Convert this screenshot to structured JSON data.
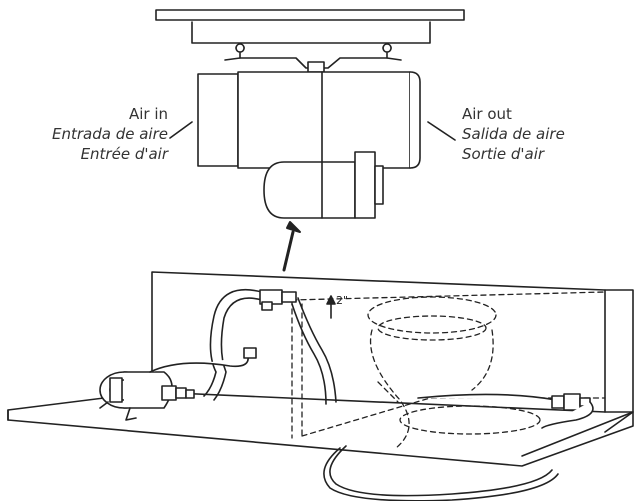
{
  "labels": {
    "air_in": {
      "en": "Air in",
      "es": "Entrada de aire",
      "fr": "Entrée d'air"
    },
    "air_out": {
      "en": "Air out",
      "es": "Salida de aire",
      "fr": "Sortie d'air"
    },
    "clearance": "2\""
  },
  "colors": {
    "line": "#222222",
    "text": "#333333",
    "background": "#ffffff"
  }
}
